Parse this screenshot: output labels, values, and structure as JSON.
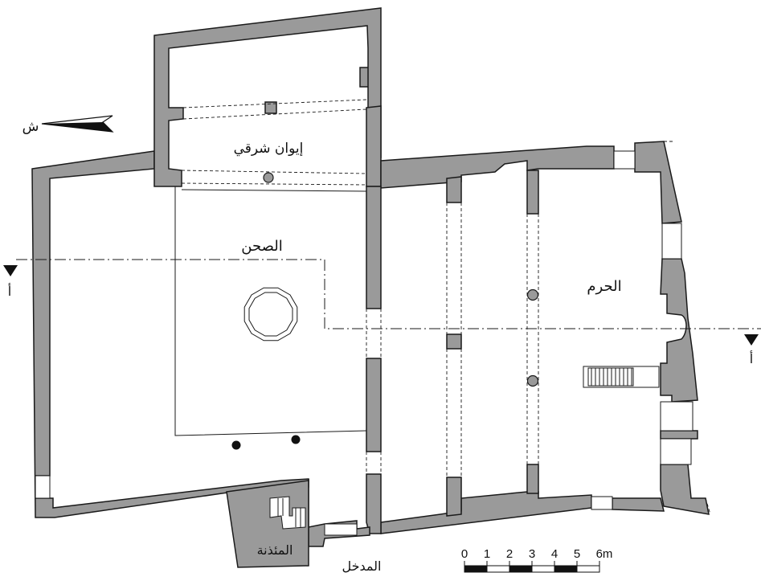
{
  "labels": {
    "east_iwan": "إيوان شرقي",
    "courtyard": "الصحن",
    "haram": "الحرم",
    "minaret": "المئذنة",
    "entrance": "المدخل",
    "north": "ش",
    "section_left": "أ",
    "section_right": "أ"
  },
  "scale_bar": {
    "ticks": [
      "0",
      "1",
      "2",
      "3",
      "4",
      "5",
      "6m"
    ]
  },
  "colors": {
    "wall_fill": "#9a9a9a",
    "line": "#1a1a1a",
    "background": "#ffffff"
  }
}
